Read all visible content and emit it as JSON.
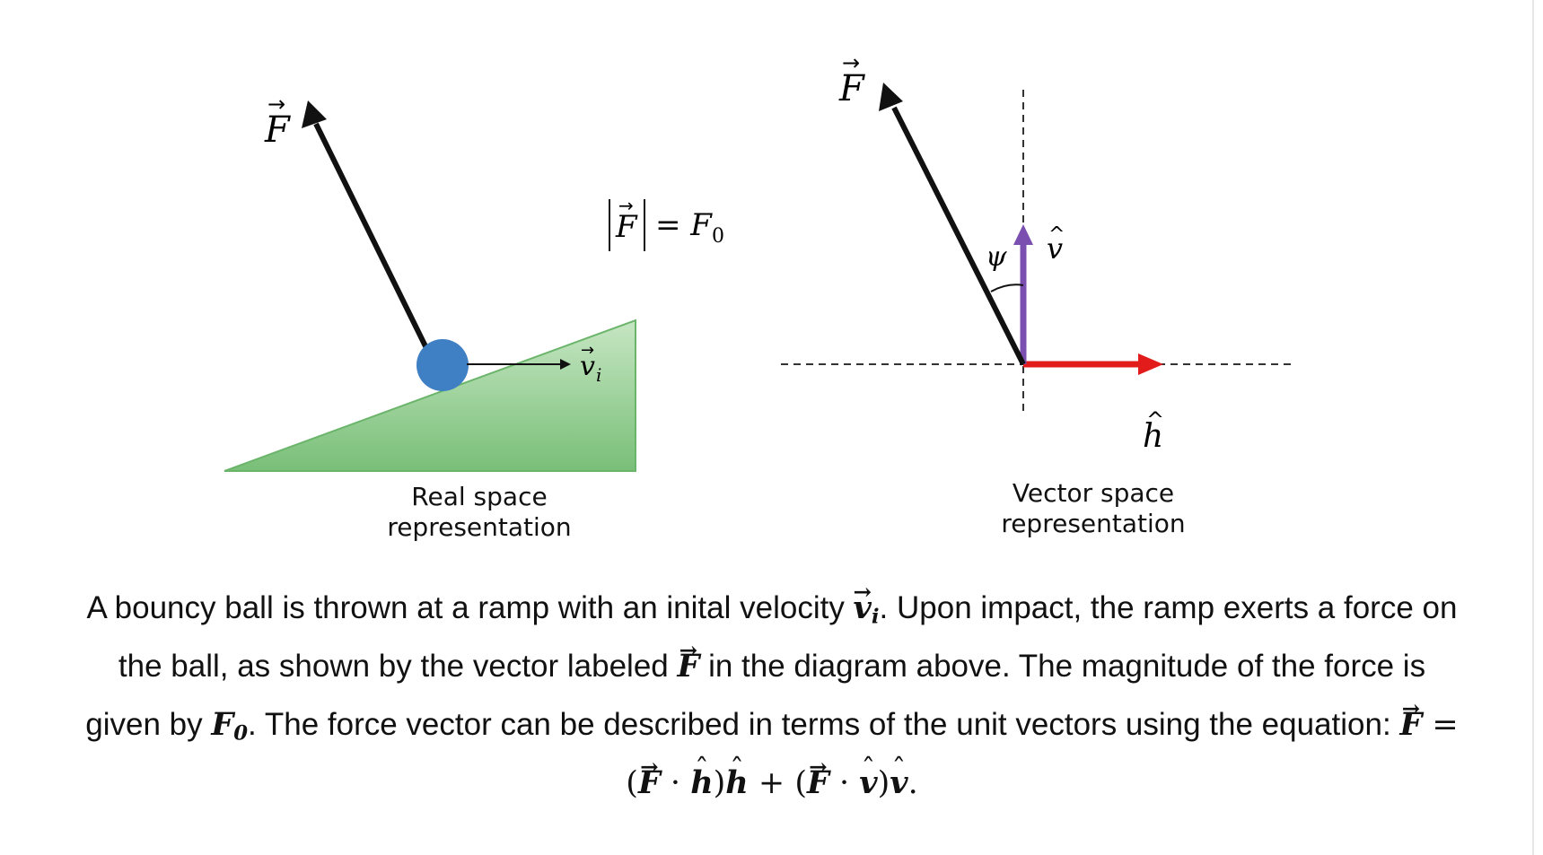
{
  "real_space": {
    "force_label": "F",
    "magnitude_label_lhs": "F",
    "magnitude_label_rhs": "= F",
    "magnitude_subscript": "0",
    "velocity_label": "v",
    "velocity_subscript": "i",
    "caption_line1": "Real space",
    "caption_line2": "representation"
  },
  "vector_space": {
    "force_label": "F",
    "angle_label": "ψ",
    "v_unit_label": "v",
    "h_unit_label": "h",
    "caption_line1": "Vector space",
    "caption_line2": "representation"
  },
  "paragraph": {
    "line1_a": "A bouncy ball is thrown at a ramp with an inital velocity ",
    "line1_v": "v",
    "line1_vsub": "i",
    "line1_b": ".  Upon impact, the ramp exerts a force on",
    "line2_a": "the ball, as shown by the vector labeled ",
    "line2_F": "F",
    "line2_b": " in the diagram above.   The magnitude of the force is",
    "line3_a": "given by ",
    "line3_F": "F",
    "line3_Fsub": "0",
    "line3_b": ".  The force vector can be described in terms of the unit vectors using the equation: ",
    "line3_F2": "F",
    "line3_eq": " =",
    "line4_p1": "(",
    "line4_F1": "F",
    "line4_dot1": " · ",
    "line4_h1": "h",
    "line4_p2": ")",
    "line4_h2": "h",
    "line4_plus": " + (",
    "line4_F2": "F",
    "line4_dot2": " · ",
    "line4_v1": "v",
    "line4_p3": ")",
    "line4_v2": "v",
    "line4_end": "."
  },
  "colors": {
    "ramp": "#8fcc8f",
    "ramp_edge": "#5aa85a",
    "ball": "#3f7fc4",
    "force_arrow": "#111111",
    "v_unit_arrow": "#7b4fb0",
    "h_unit_arrow": "#e21b1b",
    "guide_dash": "#333333"
  }
}
